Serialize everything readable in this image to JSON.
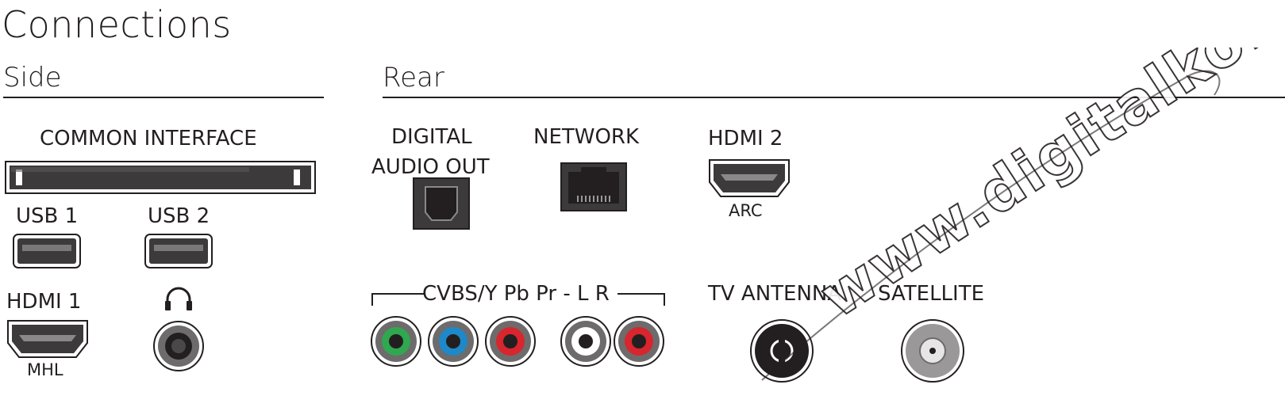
{
  "title": "Connections",
  "side": {
    "heading": "Side",
    "common_interface": "COMMON INTERFACE",
    "usb1": "USB 1",
    "usb2": "USB 2",
    "hdmi1": "HDMI 1",
    "hdmi1_sub": "MHL",
    "headphone_icon": "headphone-icon"
  },
  "rear": {
    "heading": "Rear",
    "digital_audio_out_line1": "DIGITAL",
    "digital_audio_out_line2": "AUDIO OUT",
    "network": "NETWORK",
    "hdmi2": "HDMI 2",
    "hdmi2_sub": "ARC",
    "component_label": "CVBS/Y Pb Pr - L R",
    "tv_antenna": "TV ANTENNA",
    "satellite": "SATELLITE"
  },
  "rca_colors": {
    "green": "#2fa84f",
    "blue": "#1e88c8",
    "red": "#d7262e",
    "white": "#ffffff",
    "red_audio": "#d7262e"
  },
  "watermark": "www.digitalko.hu"
}
